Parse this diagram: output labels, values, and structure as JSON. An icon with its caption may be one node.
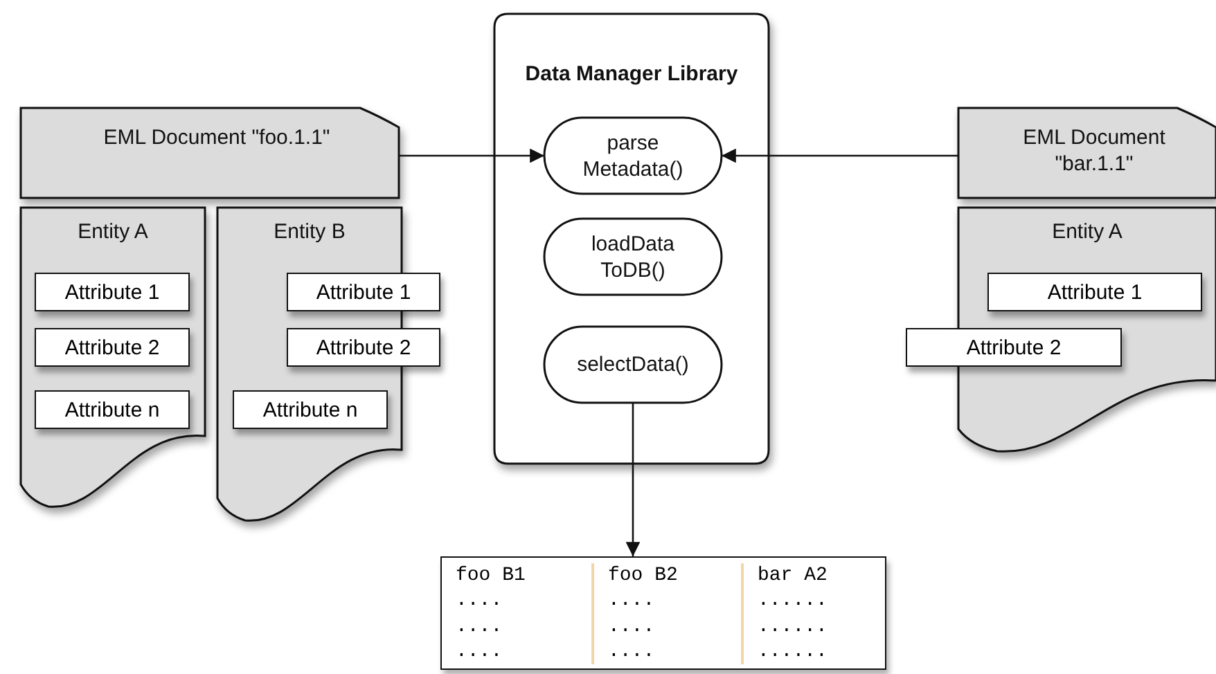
{
  "diagram": {
    "nodes": [
      {
        "text": [
          "EML Document \"foo.1.1\""
        ]
      },
      {
        "text": [
          "Data Manager Library"
        ]
      },
      {
        "text": [
          "parse Metadata()"
        ],
        "in": 1
      },
      {
        "text": [
          "loadData ToDB()"
        ],
        "in": 1
      },
      {
        "text": [
          "selectData()"
        ],
        "in": 1
      },
      {
        "text": [
          "EML Document \"bar.1.1\""
        ]
      },
      {
        "text": [
          "Entity A"
        ]
      },
      {
        "text": [
          "Attribute 1"
        ],
        "in": 6
      },
      {
        "text": [
          "Attribute 2"
        ],
        "in": 6
      },
      {
        "text": [
          "Attribute n"
        ],
        "in": 6
      },
      {
        "text": [
          "Entity B"
        ]
      },
      {
        "text": [
          "Attribute 1"
        ]
      },
      {
        "text": [
          "Attribute 2"
        ]
      },
      {
        "text": [
          "Attribute n"
        ],
        "in": 10
      },
      {
        "text": [
          "Entity A"
        ]
      },
      {
        "text": [
          "Attribute 1"
        ],
        "in": 14
      },
      {
        "text": [
          "Attribute 2"
        ]
      },
      {
        "text": [
          "foo B1",
          "foo B2",
          "bar A2",
          "....",
          "....",
          "......",
          "....",
          "....",
          "......",
          "....",
          "....",
          "......"
        ]
      }
    ],
    "edges": [
      {
        "from": 0,
        "to": 2,
        "arrow": "to"
      },
      {
        "from": 5,
        "to": 2,
        "arrow": "to"
      },
      {
        "from": 4,
        "to": 17,
        "arrow": "to"
      }
    ]
  }
}
